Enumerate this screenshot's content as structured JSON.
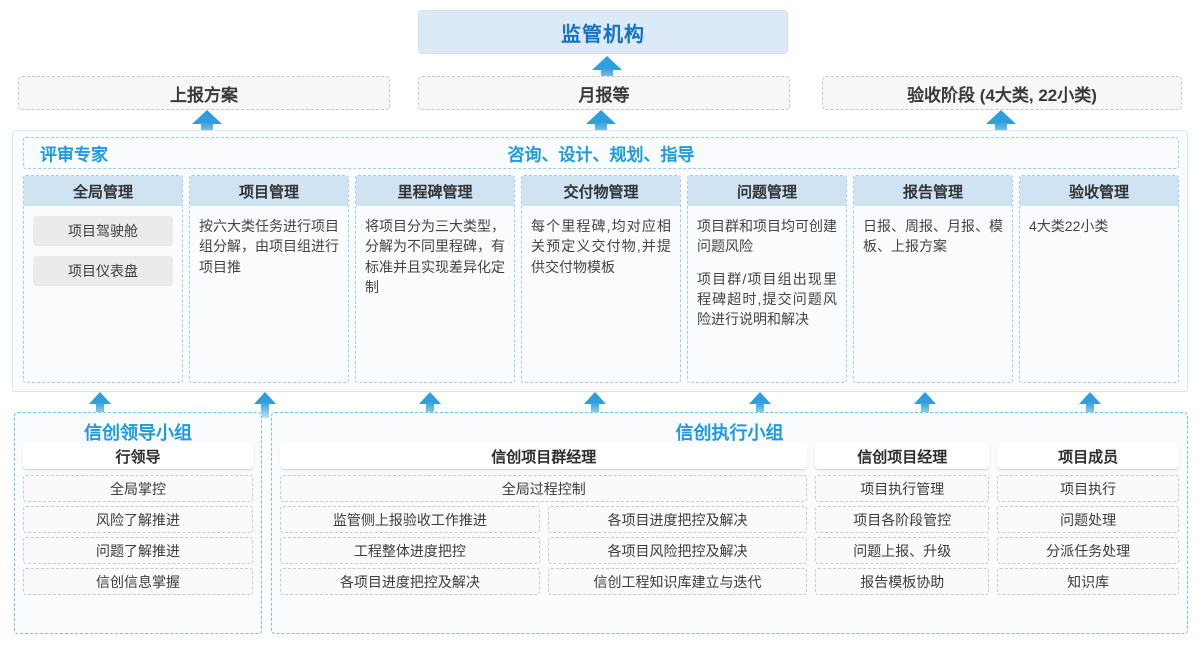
{
  "top": {
    "regulator": "监管机构",
    "reports": [
      {
        "label": "上报方案"
      },
      {
        "label": "月报等"
      },
      {
        "label": "验收阶段 (4大类, 22小类)"
      }
    ]
  },
  "middle": {
    "role_left": "评审专家",
    "role_center": "咨询、设计、规划、指导",
    "columns": [
      {
        "header": "全局管理",
        "pills": [
          "项目驾驶舱",
          "项目仪表盘"
        ],
        "paragraphs": []
      },
      {
        "header": "项目管理",
        "pills": [],
        "paragraphs": [
          "按六大类任务进行项目组分解，由项目组进行项目推"
        ]
      },
      {
        "header": "里程碑管理",
        "pills": [],
        "paragraphs": [
          "将项目分为三大类型，分解为不同里程碑，有标准并且实现差异化定制"
        ]
      },
      {
        "header": "交付物管理",
        "pills": [],
        "paragraphs": [
          "每个里程碑,均对应相关预定义交付物,并提供交付物模板"
        ]
      },
      {
        "header": "问题管理",
        "pills": [],
        "paragraphs": [
          "项目群和项目均可创建问题风险",
          "项目群/项目组出现里程碑超时,提交问题风险进行说明和解决"
        ]
      },
      {
        "header": "报告管理",
        "pills": [],
        "paragraphs": [
          "日报、周报、月报、模板、上报方案"
        ]
      },
      {
        "header": "验收管理",
        "pills": [],
        "paragraphs": [
          "4大类22小类"
        ]
      }
    ]
  },
  "bottom": {
    "leader_group": {
      "title": "信创领导小组",
      "head": "行领导",
      "items": [
        "全局掌控",
        "风险了解推进",
        "问题了解推进",
        "信创信息掌握"
      ]
    },
    "exec_group": {
      "title": "信创执行小组",
      "program_manager": {
        "head": "信创项目群经理",
        "wide_item": "全局过程控制",
        "rows": [
          [
            "监管侧上报验收工作推进",
            "各项目进度把控及解决"
          ],
          [
            "工程整体进度把控",
            "各项目风险把控及解决"
          ],
          [
            "各项目进度把控及解决",
            "信创工程知识库建立与迭代"
          ]
        ]
      },
      "project_manager": {
        "head": "信创项目经理",
        "items": [
          "项目执行管理",
          "项目各阶段管控",
          "问题上报、升级",
          "报告模板协助"
        ]
      },
      "member": {
        "head": "项目成员",
        "items": [
          "项目执行",
          "问题处理",
          "分派任务处理",
          "知识库"
        ]
      }
    }
  },
  "colors": {
    "accent_blue": "#1e9be0",
    "header_fill": "#cfe3f2",
    "regulator_fill": "#dce9f7",
    "dashed_gray": "#c9c9c9",
    "dashed_blue": "#9ecbe9"
  }
}
